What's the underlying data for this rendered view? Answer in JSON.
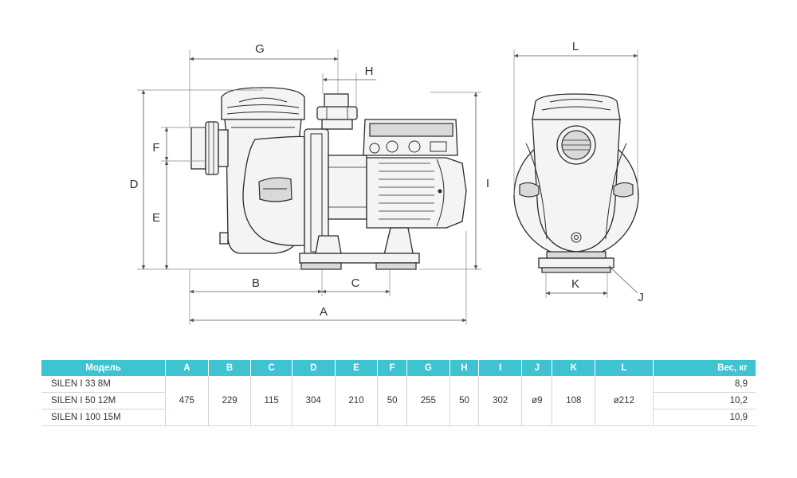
{
  "dimension_letters": [
    "A",
    "B",
    "C",
    "D",
    "E",
    "F",
    "G",
    "H",
    "I",
    "J",
    "K",
    "L"
  ],
  "table": {
    "columns": [
      "Модель",
      "A",
      "B",
      "C",
      "D",
      "E",
      "F",
      "G",
      "H",
      "I",
      "J",
      "K",
      "L",
      "Вес, кг"
    ],
    "shared_values": [
      "475",
      "229",
      "115",
      "304",
      "210",
      "50",
      "255",
      "50",
      "302",
      "ø9",
      "108",
      "ø212"
    ],
    "rows": [
      {
        "model": "SILEN I 33 8M",
        "weight": "8,9"
      },
      {
        "model": "SILEN I 50 12M",
        "weight": "10,2"
      },
      {
        "model": "SILEN I 100 15M",
        "weight": "10,9"
      }
    ]
  }
}
